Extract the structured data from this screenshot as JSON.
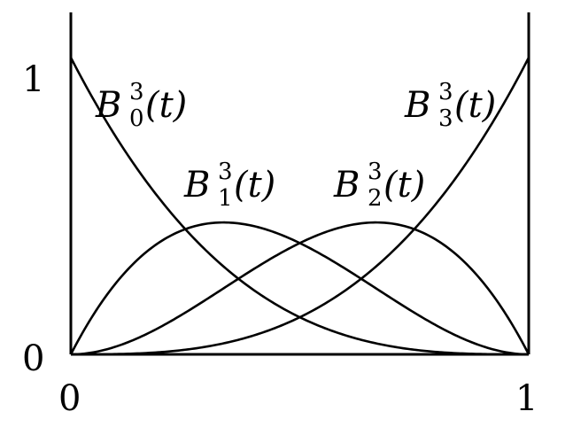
{
  "chart_data": {
    "type": "line",
    "title": "",
    "xlabel": "",
    "ylabel": "",
    "xlim": [
      0,
      1
    ],
    "ylim": [
      0,
      1
    ],
    "grid": false,
    "x_ticks": [
      "0",
      "1"
    ],
    "y_ticks": [
      "0",
      "1"
    ],
    "x": [
      0,
      0.1,
      0.2,
      0.3,
      0.4,
      0.5,
      0.6,
      0.7,
      0.8,
      0.9,
      1.0
    ],
    "series": [
      {
        "name": "B_0^3(t)",
        "formula": "(1-t)^3",
        "values": [
          1,
          0.729,
          0.512,
          0.343,
          0.216,
          0.125,
          0.064,
          0.027,
          0.008,
          0.001,
          0
        ]
      },
      {
        "name": "B_1^3(t)",
        "formula": "3t(1-t)^2",
        "values": [
          0,
          0.243,
          0.384,
          0.441,
          0.432,
          0.375,
          0.288,
          0.189,
          0.096,
          0.027,
          0
        ]
      },
      {
        "name": "B_2^3(t)",
        "formula": "3t^2(1-t)",
        "values": [
          0,
          0.027,
          0.096,
          0.189,
          0.288,
          0.375,
          0.432,
          0.441,
          0.384,
          0.243,
          0
        ]
      },
      {
        "name": "B_3^3(t)",
        "formula": "t^3",
        "values": [
          0,
          0.001,
          0.008,
          0.027,
          0.064,
          0.125,
          0.216,
          0.343,
          0.512,
          0.729,
          1
        ]
      }
    ],
    "annotations": [
      {
        "text": "B_0^3(t)",
        "base": "B",
        "sub": "0",
        "sup": "3",
        "arg": "(t)"
      },
      {
        "text": "B_1^3(t)",
        "base": "B",
        "sub": "1",
        "sup": "3",
        "arg": "(t)"
      },
      {
        "text": "B_2^3(t)",
        "base": "B",
        "sub": "2",
        "sup": "3",
        "arg": "(t)"
      },
      {
        "text": "B_3^3(t)",
        "base": "B",
        "sub": "3",
        "sup": "3",
        "arg": "(t)"
      }
    ],
    "legend_position": "inline labels",
    "line_color": "#000000"
  }
}
